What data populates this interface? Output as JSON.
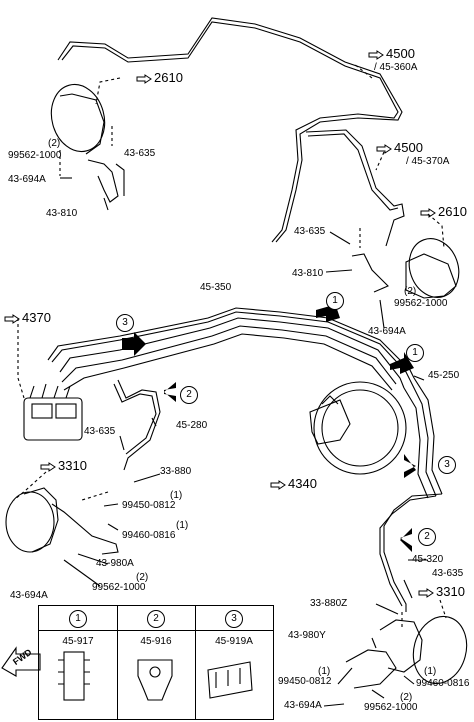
{
  "refs": {
    "r4500_top": "4500",
    "r4500_top_sub": "/ 45-360A",
    "r2610_left": "2610",
    "r4500_mid": "4500",
    "r4500_mid_sub": "/ 45-370A",
    "r2610_right": "2610",
    "r4370": "4370",
    "r3310_left": "3310",
    "r4340": "4340",
    "r3310_right": "3310"
  },
  "labels": {
    "l43_635_a": "43-635",
    "l2_a": "(2)",
    "l99562_a": "99562-1000",
    "l43_694a_a": "43-694A",
    "l43_810_a": "43-810",
    "l43_635_b": "43-635",
    "l43_810_b": "43-810",
    "l99562_b": "99562-1000",
    "l2_b": "(2)",
    "l43_694a_b": "43-694A",
    "l45_350": "45-350",
    "l45_250": "45-250",
    "l43_635_c": "43-635",
    "l45_280": "45-280",
    "l33_880": "33-880",
    "l1_a": "(1)",
    "l99450_a": "99450-0812",
    "l1_b": "(1)",
    "l99460_a": "99460-0816",
    "l43_980a": "43-980A",
    "l2_c": "(2)",
    "l99562_c": "99562-1000",
    "l43_694a_c": "43-694A",
    "l45_320": "45-320",
    "l43_635_d": "43-635",
    "l33_880z": "33-880Z",
    "l43_980y": "43-980Y",
    "l1_c": "(1)",
    "l99450_b": "99450-0812",
    "l1_d": "(1)",
    "l99460_b": "99460-0816",
    "l2_d": "(2)",
    "l99562_d": "99562-1000",
    "l43_694a_d": "43-694A"
  },
  "callouts": {
    "c1_a": "1",
    "c1_b": "1",
    "c2_a": "2",
    "c2_b": "2",
    "c3_a": "3",
    "c3_b": "3"
  },
  "legend": {
    "cols": [
      {
        "num": "1",
        "part": "45-917"
      },
      {
        "num": "2",
        "part": "45-916"
      },
      {
        "num": "3",
        "part": "45-919A"
      }
    ]
  },
  "fwd": "FWD"
}
